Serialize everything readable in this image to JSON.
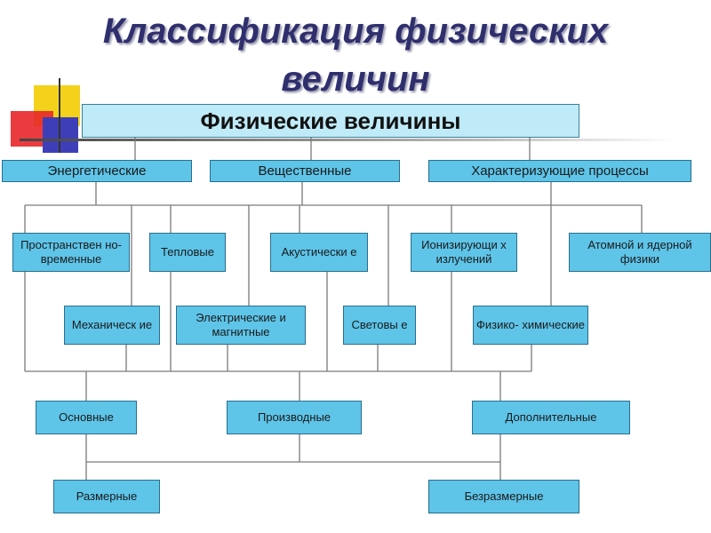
{
  "title_line1": "Классификация физических",
  "title_line2": "величин",
  "root": "Физические величины",
  "categories": {
    "energy": "Энергетические",
    "substance": "Вещественные",
    "process": "Характеризующие процессы"
  },
  "row1": {
    "spatiotemporal": "Пространствен но- временные",
    "thermal": "Тепловые",
    "acoustic": "Акустически е",
    "ionizing": "Ионизирующи х излучений",
    "atomic": "Атомной и ядерной физики"
  },
  "row2": {
    "mechanical": "Механическ ие",
    "electric": "Электрические и магнитные",
    "light": "Световы е",
    "physchem": "Физико- химические"
  },
  "groups": {
    "basic": "Основные",
    "derived": "Производные",
    "additional": "Дополнительные"
  },
  "dims": {
    "dimensional": "Размерные",
    "dimensionless": "Безразмерные"
  }
}
